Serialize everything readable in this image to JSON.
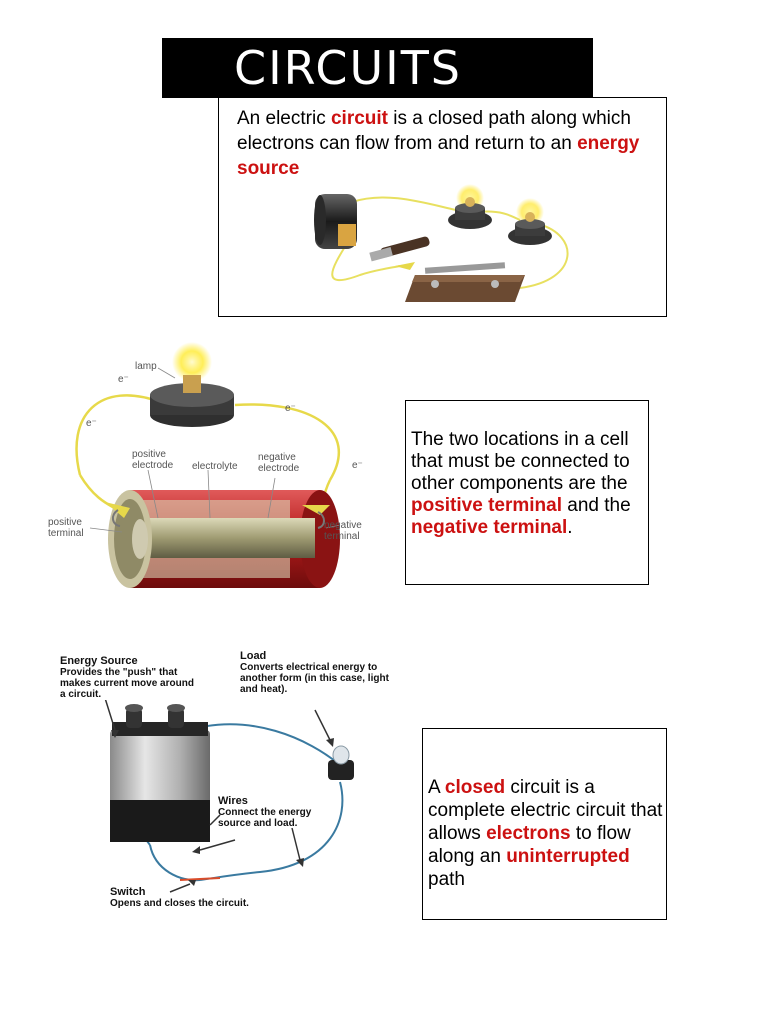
{
  "title": "CIRCUITS",
  "panel1": {
    "pre1": "An electric ",
    "hl1": "circuit",
    "post1": " is a closed path along which electrons can flow from and return to an ",
    "hl2": "energy source"
  },
  "panel2": {
    "pre1": "The two locations in a cell that must be connected to other components are the ",
    "hl1": "positive terminal",
    "mid1": " and the ",
    "hl2": "negative terminal",
    "post1": "."
  },
  "panel3": {
    "pre1": "A ",
    "hl1": "closed",
    "mid1": " circuit is a complete electric circuit that allows ",
    "hl2": "electrons",
    "mid2": " to flow along an ",
    "hl3": "uninterrupted",
    "post1": " path"
  },
  "diagram2": {
    "lamp": "lamp",
    "e1": "e⁻",
    "e2": "e⁻",
    "e3": "e⁻",
    "e4": "e⁻",
    "positive_electrode": "positive electrode",
    "electrolyte": "electrolyte",
    "negative_electrode": "negative electrode",
    "positive_terminal": "positive terminal",
    "negative_terminal": "negative terminal"
  },
  "diagram3": {
    "energy_source_title": "Energy Source",
    "energy_source_desc": "Provides the \"push\" that makes current move around a circuit.",
    "load_title": "Load",
    "load_desc": "Converts electrical energy to another form (in this case, light and heat).",
    "wires_title": "Wires",
    "wires_desc": "Connect the energy source and load.",
    "switch_title": "Switch",
    "switch_desc": "Opens and closes the circuit."
  }
}
